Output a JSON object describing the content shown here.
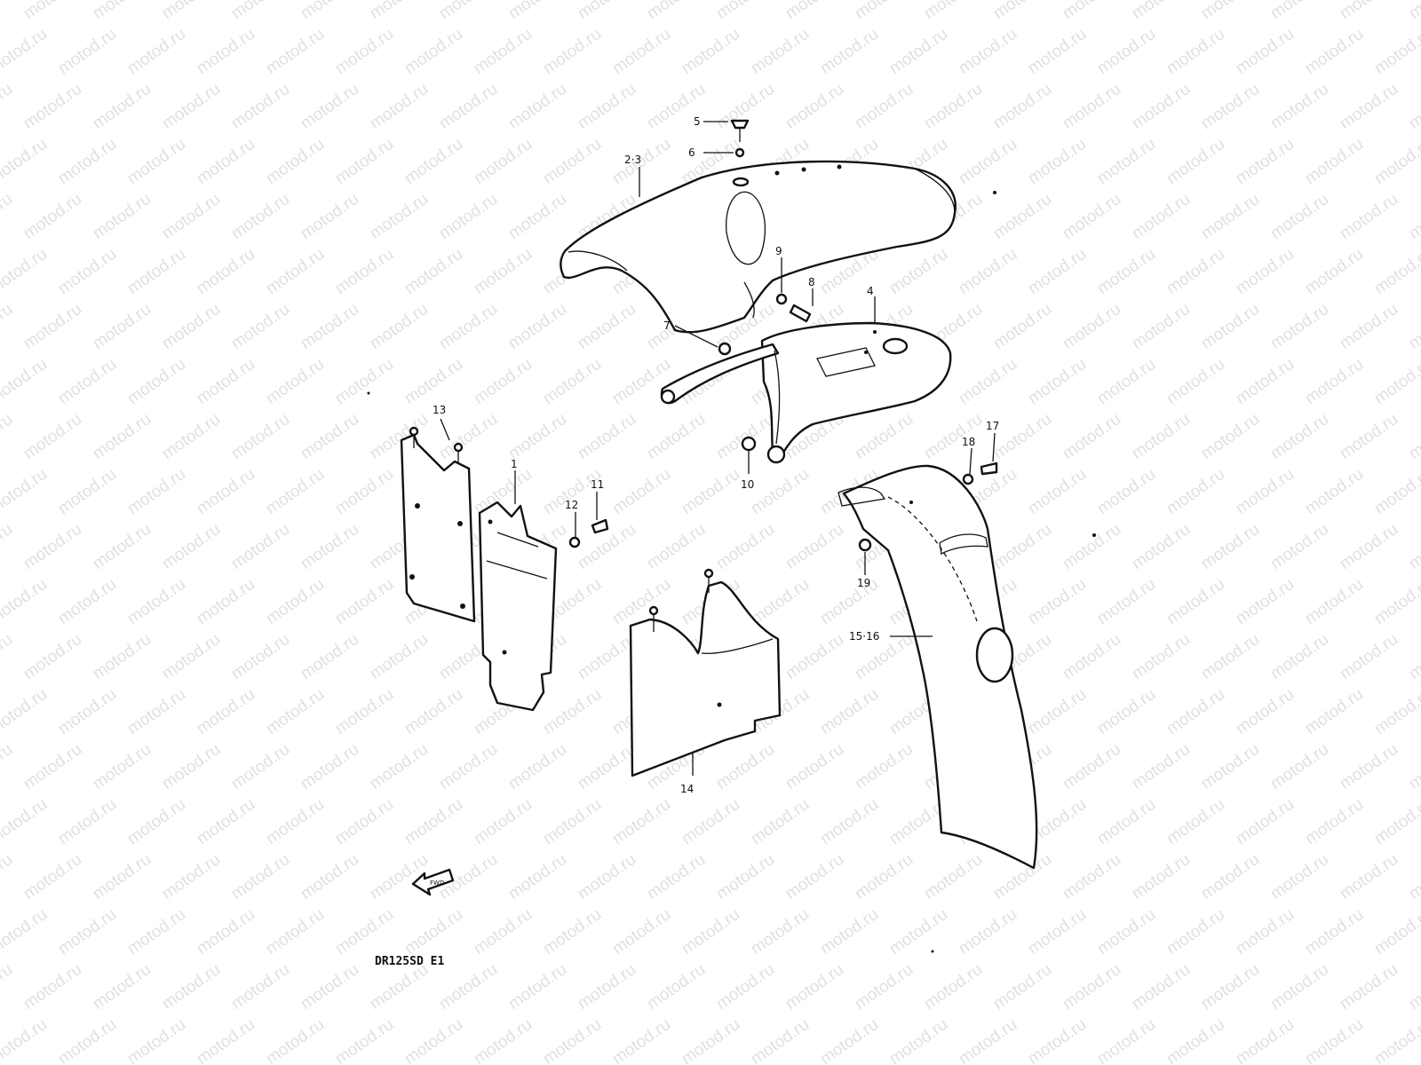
{
  "watermark": "motod.ru",
  "diagram_code": "DR125SD E1",
  "callouts": {
    "c1": "1",
    "c2_3": "2·3",
    "c4": "4",
    "c5": "5",
    "c6": "6",
    "c7": "7",
    "c8": "8",
    "c9": "9",
    "c10": "10",
    "c11": "11",
    "c12": "12",
    "c13": "13",
    "c14": "14",
    "c15_16": "15·16",
    "c17": "17",
    "c18": "18",
    "c19": "19"
  },
  "colors": {
    "line": "#111111",
    "background": "#ffffff",
    "watermark": "#c8c8c8"
  },
  "icons": {
    "front_direction": "front-arrow-icon"
  }
}
